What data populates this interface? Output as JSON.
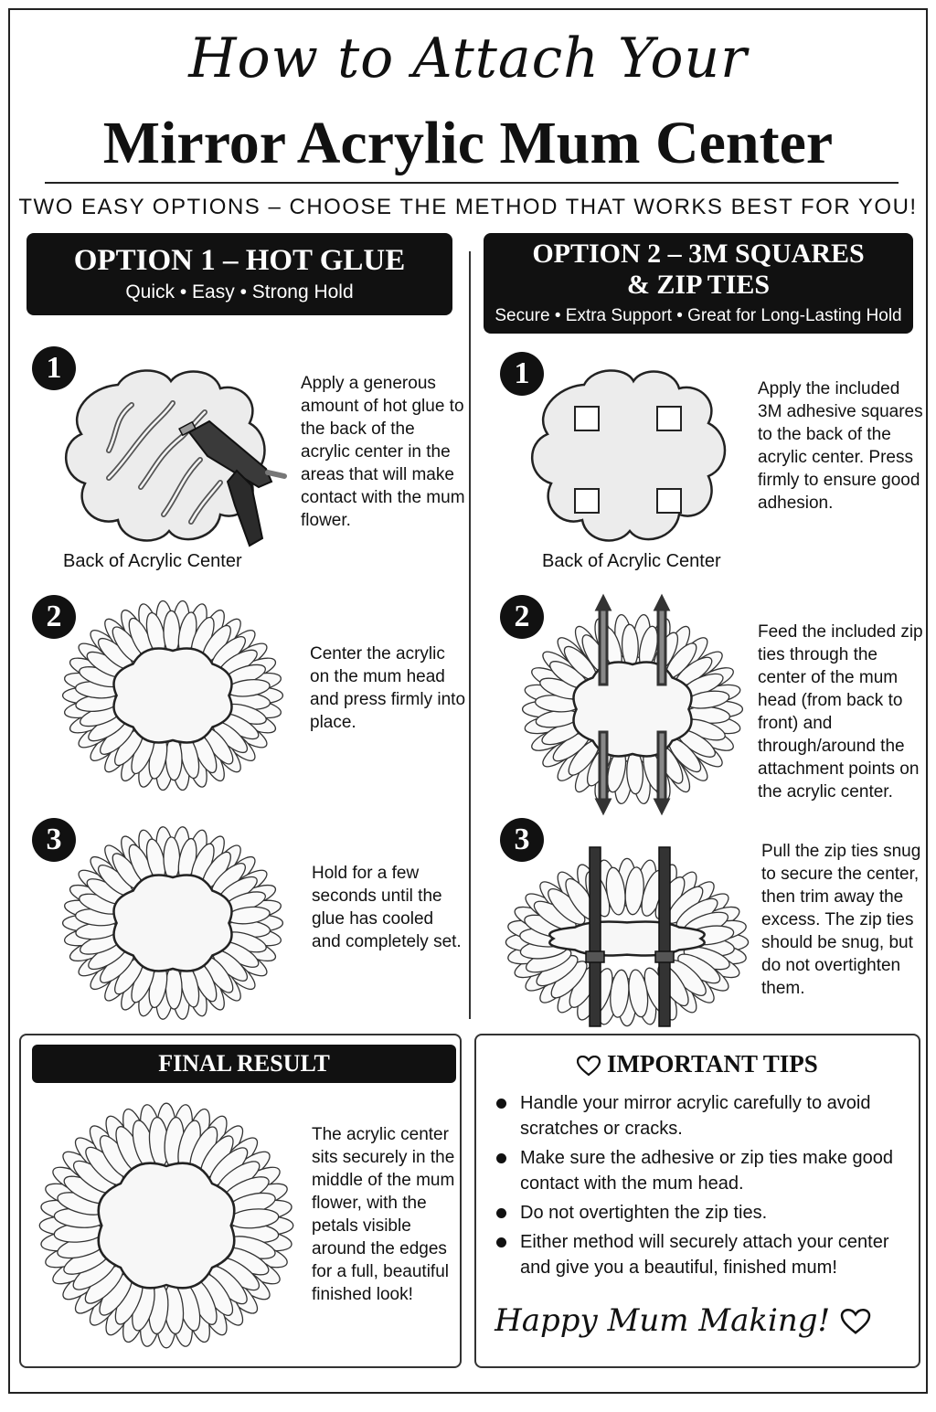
{
  "header": {
    "script_title": "How to Attach Your",
    "main_title": "Mirror Acrylic Mum Center",
    "subtitle": "TWO EASY OPTIONS – CHOOSE THE METHOD THAT WORKS BEST FOR YOU!"
  },
  "option1": {
    "title": "OPTION 1 – HOT GLUE",
    "tagline": "Quick • Easy • Strong Hold",
    "steps": [
      {
        "number": "1",
        "text": "Apply a generous amount of hot glue to the back of the acrylic center in the areas that will make contact with the mum flower.",
        "caption": "Back of Acrylic Center"
      },
      {
        "number": "2",
        "text": "Center the acrylic on the mum head and press firmly into place."
      },
      {
        "number": "3",
        "text": "Hold for a few seconds until the glue has cooled and completely set."
      }
    ]
  },
  "option2": {
    "title_line1": "OPTION 2 – 3M SQUARES",
    "title_line2": "& ZIP TIES",
    "tagline": "Secure • Extra Support • Great for Long-Lasting Hold",
    "steps": [
      {
        "number": "1",
        "text": "Apply the included 3M adhesive squares to the back of the acrylic center. Press firmly to ensure good adhesion.",
        "caption": "Back of Acrylic Center"
      },
      {
        "number": "2",
        "text": "Feed the included zip ties through the center of the mum head (from back to front) and through/around the attachment points on the acrylic center."
      },
      {
        "number": "3",
        "text": "Pull the zip ties snug to secure the center, then trim away the excess. The zip ties should be snug, but do not overtighten them."
      }
    ]
  },
  "final": {
    "title": "FINAL RESULT",
    "text": "The acrylic center sits securely in the middle of the mum flower, with the petals visible around the edges for a full, beautiful finished look!"
  },
  "tips": {
    "title": "IMPORTANT TIPS",
    "icon": "heart-outline-icon",
    "items": [
      "Handle your mirror acrylic carefully to avoid scratches or cracks.",
      "Make sure the adhesive or zip ties make good contact with the mum head.",
      "Do not overtighten the zip ties.",
      "Either method will securely attach your center and give you a beautiful, finished mum!"
    ],
    "signoff": "Happy Mum Making!"
  }
}
